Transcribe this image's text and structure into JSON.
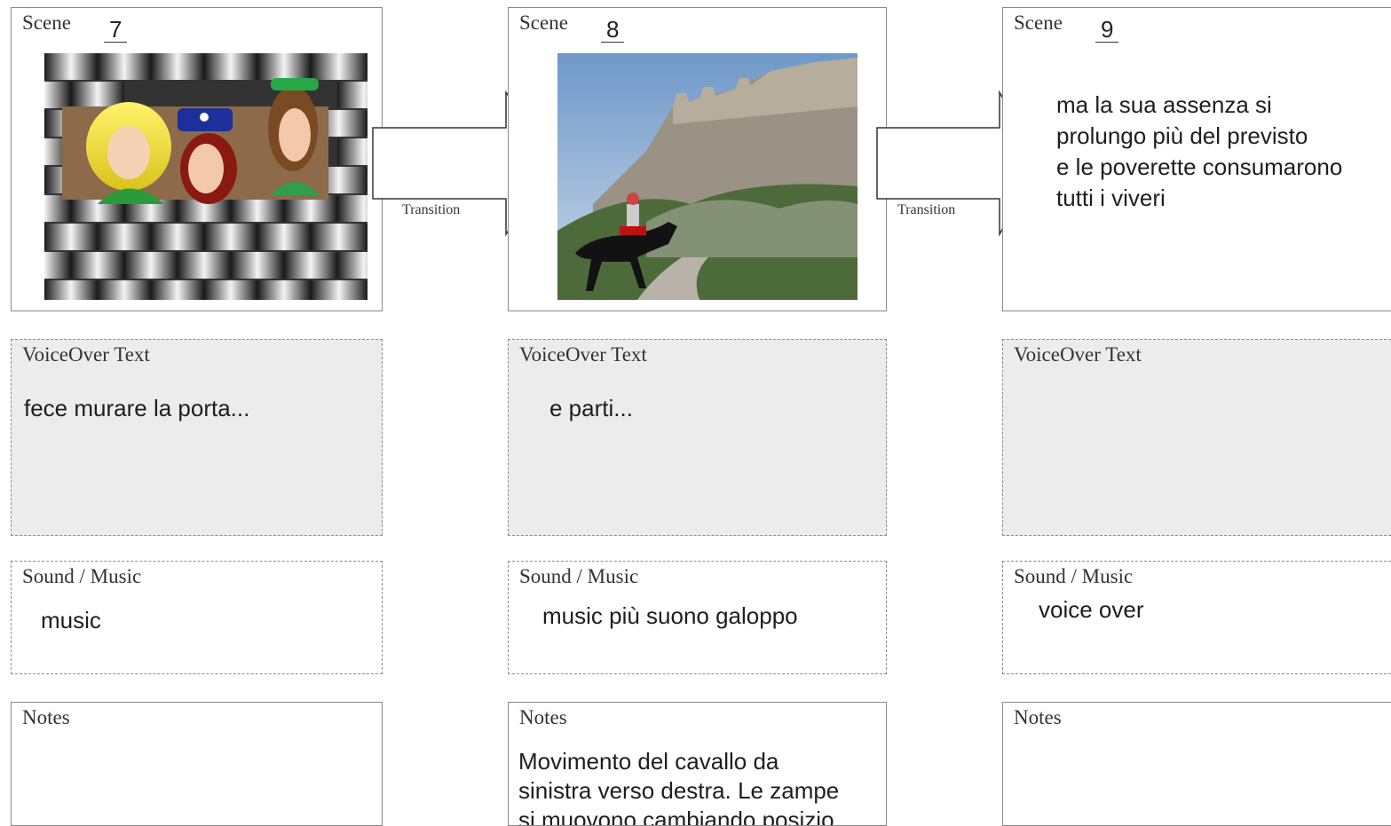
{
  "labels": {
    "scene": "Scene",
    "voiceover": "VoiceOver Text",
    "sound": "Sound / Music",
    "notes": "Notes",
    "transition": "Transition"
  },
  "scenes": [
    {
      "number": "7",
      "image_icon": "illustration-three-women-behind-brick-wall",
      "voiceover": "fece murare la porta...",
      "sound": "music",
      "notes": ""
    },
    {
      "number": "8",
      "image_icon": "photo-castle-with-knight-on-horse",
      "voiceover": "e parti...",
      "sound": "music più suono galoppo",
      "notes": "Movimento del cavallo da\nsinistra verso destra. Le zampe\nsi muovono cambiando posizio"
    },
    {
      "number": "9",
      "scene_text": "ma la sua assenza si\nprolungo più del previsto\ne le poverette consumarono\ntutti i viveri",
      "voiceover": "",
      "sound": "voice over",
      "notes": ""
    }
  ]
}
